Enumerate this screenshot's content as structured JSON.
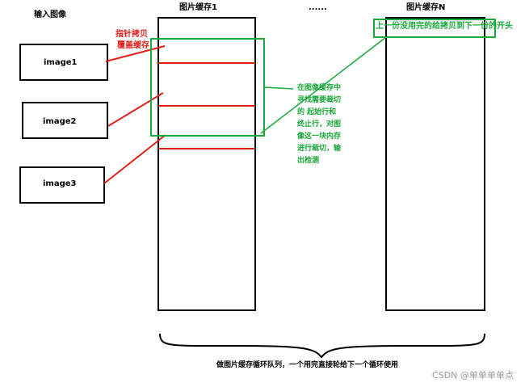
{
  "labels": {
    "input_title": "输入图像",
    "buffer1_title": "图片缓存1",
    "ellipsis": "......",
    "bufferN_title": "图片缓存N",
    "images": [
      "image1",
      "image2",
      "image3"
    ],
    "pointer_note_line1": "指针拷贝",
    "pointer_note_line2": "覆盖缓存",
    "top_note": "上一份没用完的给拷贝到下一份的开头",
    "crop_note": [
      "在图像缓存中",
      "寻找需要裁切",
      "的  起始行和",
      "终止行，对图",
      "像这一块内存",
      "进行裁切，输",
      "出检测"
    ],
    "bottom_caption": "做图片缓存循环队列，一个用完直接轮给下一个循环使用",
    "watermark": "CSDN @单单单单点"
  },
  "colors": {
    "red": "#e0201a",
    "green": "#1aa83a",
    "black": "#000000"
  }
}
